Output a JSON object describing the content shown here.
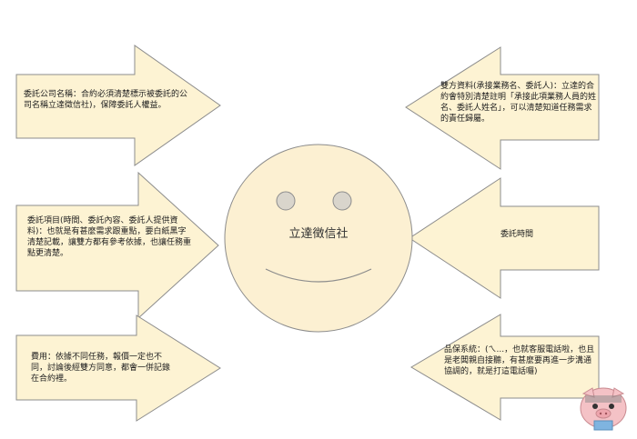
{
  "center": {
    "title": "立達徵信社"
  },
  "arrows": {
    "left_top": {
      "text": "委託公司名稱：合約必須清楚標示被委託的公司名稱立達徵信社)，保障委託人權益。"
    },
    "left_middle": {
      "text": "委託項目(時間、委託內容、委託人提供資料)：也就是有甚麼需求跟重點，要白紙黑字清楚記載，讓雙方都有參考依據，也讓任務重點更清楚。"
    },
    "left_bottom": {
      "text": "費用：依據不同任務，報價一定也不同，討論後經雙方同意，都會一併記錄在合約裡。"
    },
    "right_top": {
      "text": "雙方資料(承接業務名、委託人)：立達的合約會特別清楚註明「承接此項業務人員的姓名、委託人姓名」，可以清楚知道任務需求的責任歸屬。"
    },
    "right_middle": {
      "text": "委託時間"
    },
    "right_bottom": {
      "text": "品保系統：(ㄟ...，也就客服電話啦，也且是老闆親自接聽，有甚麼要再進一步溝通協調的，就是打這電話囉)"
    }
  },
  "mascot": {
    "icon": "pig-mascot-icon"
  },
  "colors": {
    "arrow_fill": "#fdf3d3",
    "face_fill": "#fcf0d2",
    "eye_fill": "#d9d5cc"
  }
}
